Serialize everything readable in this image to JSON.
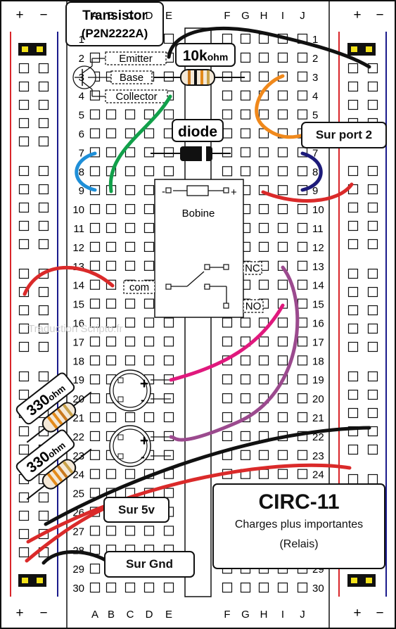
{
  "rail": {
    "plus": "+",
    "minus": "−"
  },
  "columns": {
    "left": [
      "A",
      "B",
      "C",
      "D",
      "E"
    ],
    "right": [
      "F",
      "G",
      "H",
      "I",
      "J"
    ]
  },
  "rows": {
    "count": 30
  },
  "colors": {
    "rail_red": "#d8262a",
    "rail_blue": "#1a1a8c",
    "jumper_yellow": "#f3e21b",
    "wire_black": "#111111",
    "wire_green": "#11a04a",
    "wire_orange": "#f0891c",
    "wire_blue": "#1f8fd8",
    "wire_navy": "#1d1b7a",
    "wire_red": "#da2a2a",
    "wire_pink": "#e0197d",
    "wire_purple": "#9b4a8e"
  },
  "transistor": {
    "title": "Transistor",
    "model": "(P2N2222A)",
    "pins": {
      "emitter": "Emitter",
      "base": "Base",
      "collector": "Collector"
    }
  },
  "resistor_10k": {
    "value": "10k",
    "unit": "ohm"
  },
  "resistor_330": {
    "value": "330",
    "unit": "ohm"
  },
  "diode": {
    "label": "diode"
  },
  "relay": {
    "coil_label": "Bobine",
    "coil_minus": "-",
    "coil_plus": "+",
    "nc": "NC",
    "no": "NO",
    "com": "com"
  },
  "led": {
    "plus": "+",
    "minus": "-"
  },
  "tags": {
    "port2": "Sur port 2",
    "five_v": "Sur 5v",
    "gnd": "Sur Gnd"
  },
  "circuit": {
    "title": "CIRC-11",
    "subtitle": "Charges plus importantes",
    "note": "(Relais)"
  },
  "watermark": "Traduction Scripto.fr"
}
